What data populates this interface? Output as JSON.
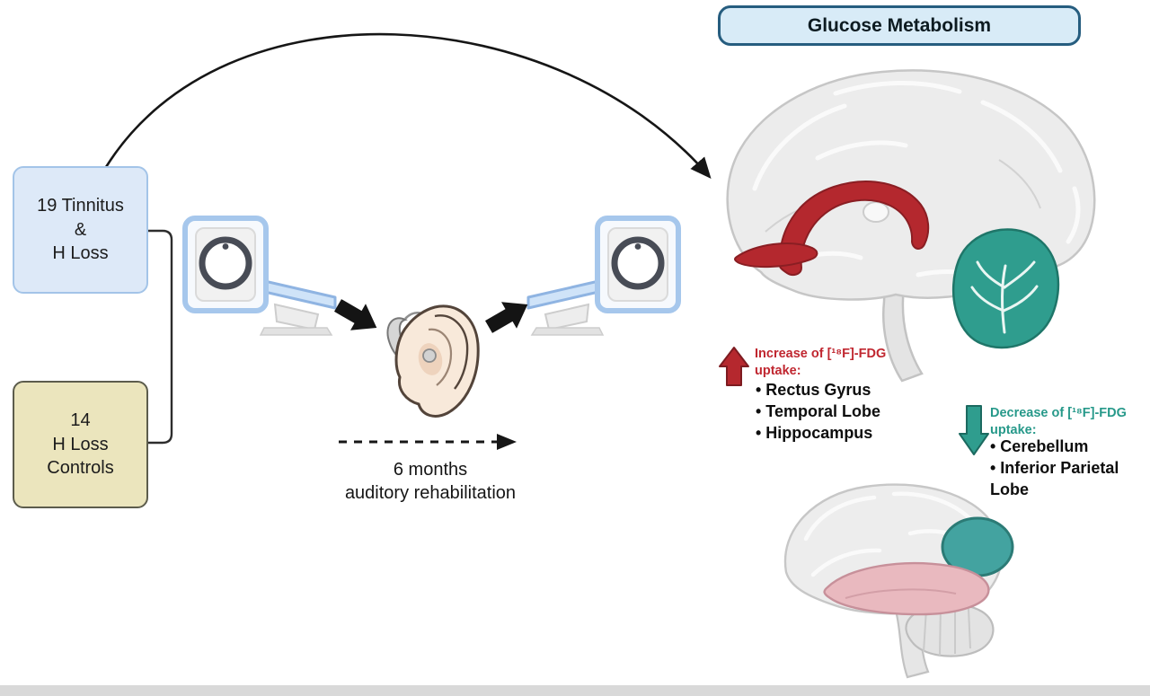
{
  "figure": {
    "title": "Glucose Metabolism"
  },
  "cohort": {
    "tinnitus_box": "19 Tinnitus\n&\nH Loss",
    "controls_box": "14\nH Loss\nControls"
  },
  "timeline": {
    "caption": "6 months\nauditory rehabilitation"
  },
  "findings": {
    "increase": {
      "header": "Increase of [¹⁸F]-FDG\nuptake:",
      "items": [
        "• Rectus Gyrus",
        "• Temporal Lobe",
        "• Hippocampus"
      ]
    },
    "decrease": {
      "header": "Decrease of [¹⁸F]-FDG\nuptake:",
      "items": [
        "• Cerebellum",
        "• Inferior Parietal Lobe"
      ]
    }
  },
  "icons": {
    "increase_arrow": "red-up-arrow",
    "decrease_arrow": "teal-down-arrow",
    "scanner": "pet-ct-scanner",
    "ear": "ear-with-hearing-aid",
    "big_brain": "sagittal-brain",
    "small_brain": "lateral-brain"
  },
  "colors": {
    "increase_red": "#b5282e",
    "decrease_teal": "#2f9d8e",
    "tinnitus_box_fill": "#dde9f8",
    "tinnitus_box_border": "#a3c4e8",
    "controls_box_fill": "#ebe5bd",
    "controls_box_border": "#5c5c4c",
    "title_fill": "#d8ebf7",
    "title_border": "#265d7f",
    "temporal_pink": "#e9b9bf"
  }
}
